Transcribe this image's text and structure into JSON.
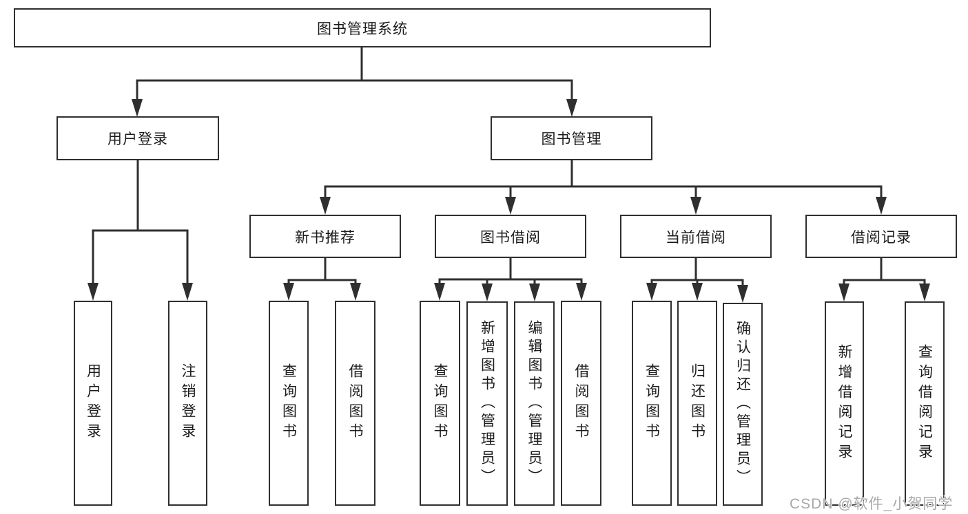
{
  "diagram_title": "图书管理系统",
  "tree": {
    "root": {
      "label": "图书管理系统",
      "children": [
        {
          "label": "用户登录",
          "children": [
            {
              "label": "用户登录"
            },
            {
              "label": "注销登录"
            }
          ]
        },
        {
          "label": "图书管理",
          "children": [
            {
              "label": "新书推荐",
              "children": [
                {
                  "label": "查询图书"
                },
                {
                  "label": "借阅图书"
                }
              ]
            },
            {
              "label": "图书借阅",
              "children": [
                {
                  "label": "查询图书"
                },
                {
                  "label": "新增图书（管理员）"
                },
                {
                  "label": "编辑图书（管理员）"
                },
                {
                  "label": "借阅图书"
                }
              ]
            },
            {
              "label": "当前借阅",
              "children": [
                {
                  "label": "查询图书"
                },
                {
                  "label": "归还图书"
                },
                {
                  "label": "确认归还（管理员）"
                }
              ]
            },
            {
              "label": "借阅记录",
              "children": [
                {
                  "label": "新增借阅记录"
                },
                {
                  "label": "查询借阅记录"
                }
              ]
            }
          ]
        }
      ]
    }
  },
  "watermark": {
    "text": "CSDN @软件_小贺同学"
  },
  "colors": {
    "line": "#2f2f2f",
    "box_border": "#2f2f2f",
    "text": "#1c1c1c",
    "watermark": "#a8a8a8",
    "background": "#ffffff"
  }
}
